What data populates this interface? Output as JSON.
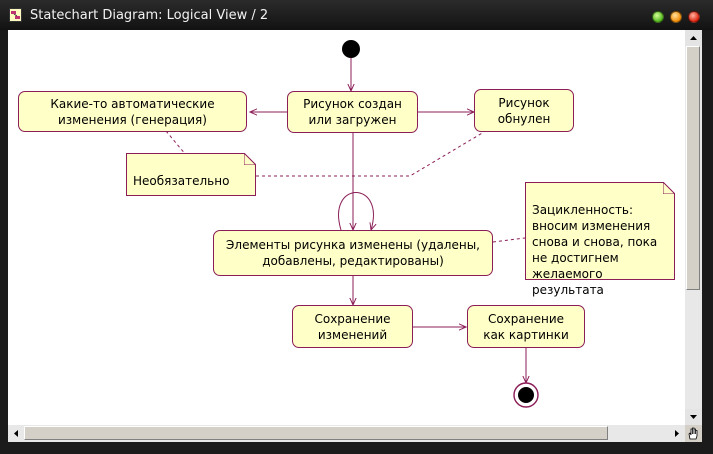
{
  "window": {
    "title": "Statechart Diagram: Logical View / 2"
  },
  "diagram": {
    "states": {
      "created": "Рисунок создан\nили загружен",
      "auto": "Какие-то автоматические\nизменения (генерация)",
      "reset": "Рисунок\nобнулен",
      "modified": "Элементы рисунка изменены (удалены,\nдобавлены, редактированы)",
      "save_changes": "Сохранение\nизменений",
      "save_image": "Сохранение\nкак картинки"
    },
    "notes": {
      "optional": "Необязательно",
      "loop": "Зацикленность:\nвносим изменения\nснова и снова, пока\nне достигнем\nжелаемого результата"
    },
    "colors": {
      "line": "#8b1d57",
      "fill": "#ffffc8",
      "canvas": "#ffffff",
      "titlebar": "#1b1b1b"
    }
  }
}
